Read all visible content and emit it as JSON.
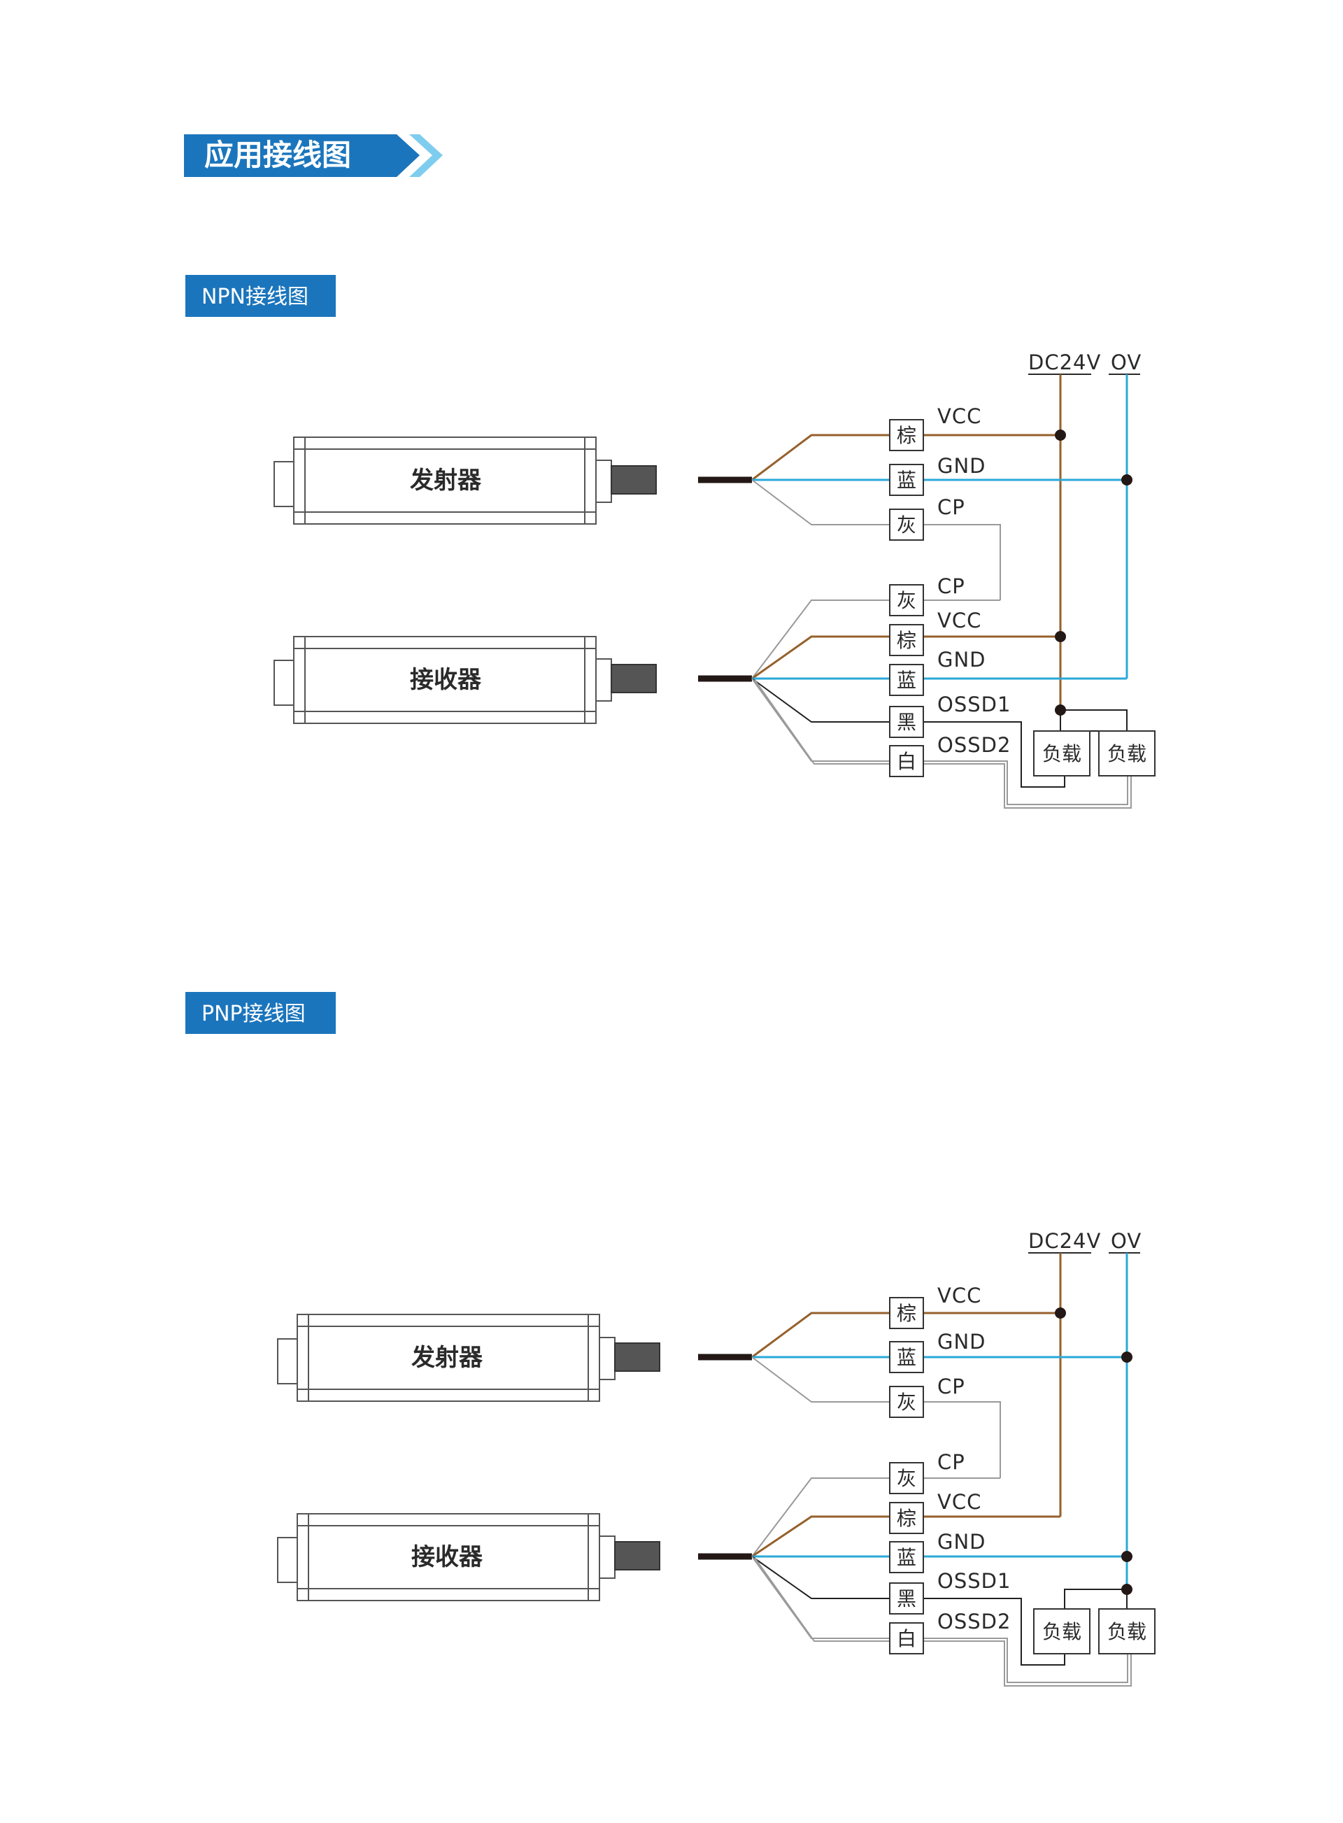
{
  "header": {
    "title": "应用接线图"
  },
  "colors": {
    "header_bg": "#1b75bc",
    "header_chevron_light": "#7fcdee",
    "brown": "#96602b",
    "blue": "#2aa8d8",
    "gray": "#999999",
    "black": "#222222",
    "white_wire": "#9a9a9a",
    "cable": "#231815"
  },
  "diagrams": [
    {
      "tab": "NPN接线图",
      "emitter_label": "发射器",
      "receiver_label": "接收器",
      "rail_dc": "DC24V",
      "rail_0v": "OV",
      "emitter_wires": [
        {
          "tag": "棕",
          "signal": "VCC"
        },
        {
          "tag": "蓝",
          "signal": "GND"
        },
        {
          "tag": "灰",
          "signal": "CP"
        }
      ],
      "receiver_wires": [
        {
          "tag": "灰",
          "signal": "CP"
        },
        {
          "tag": "棕",
          "signal": "VCC"
        },
        {
          "tag": "蓝",
          "signal": "GND"
        },
        {
          "tag": "黑",
          "signal": "OSSD1"
        },
        {
          "tag": "白",
          "signal": "OSSD2"
        }
      ],
      "loads": [
        "负载",
        "负载"
      ]
    },
    {
      "tab": "PNP接线图",
      "emitter_label": "发射器",
      "receiver_label": "接收器",
      "rail_dc": "DC24V",
      "rail_0v": "OV",
      "emitter_wires": [
        {
          "tag": "棕",
          "signal": "VCC"
        },
        {
          "tag": "蓝",
          "signal": "GND"
        },
        {
          "tag": "灰",
          "signal": "CP"
        }
      ],
      "receiver_wires": [
        {
          "tag": "灰",
          "signal": "CP"
        },
        {
          "tag": "棕",
          "signal": "VCC"
        },
        {
          "tag": "蓝",
          "signal": "GND"
        },
        {
          "tag": "黑",
          "signal": "OSSD1"
        },
        {
          "tag": "白",
          "signal": "OSSD2"
        }
      ],
      "loads": [
        "负载",
        "负载"
      ]
    }
  ]
}
